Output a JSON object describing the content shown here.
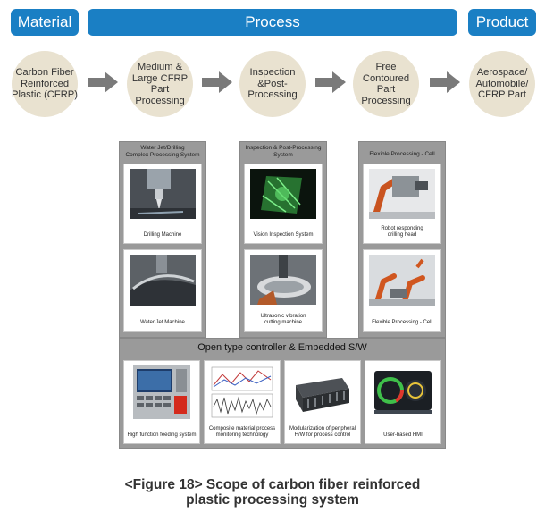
{
  "headers": {
    "material": "Material",
    "process": "Process",
    "product": "Product"
  },
  "flow": [
    "Carbon Fiber\nReinforced\nPlastic (CFRP)",
    "Medium &\nLarge CFRP\nPart\nProcessing",
    "Inspection\n&Post-\nProcessing",
    "Free\nContoured\nPart\nProcessing",
    "Aerospace/\nAutomobile/\nCFRP Part"
  ],
  "panels": [
    {
      "title": "Water Jet/Drilling\nComplex Processing System",
      "items": [
        "Drilling Machine",
        "Water Jet Machine"
      ]
    },
    {
      "title": "Inspection & Post-Processing\nSystem",
      "items": [
        "Vision Inspection System",
        "Ultrasonic vibration\ncutting machine"
      ]
    },
    {
      "title": "Flexible Processing - Cell",
      "items": [
        "Robot responding\ndrilling head",
        "Flexible Processing - Cell"
      ]
    }
  ],
  "controller": {
    "title": "Open type controller & Embedded S/W",
    "items": [
      "High function feeding system",
      "Composite material process\nmonitoring technology",
      "Modularization of peripheral\nH/W for process control",
      "User-based HMI"
    ]
  },
  "caption": "<Figure 18> Scope of carbon fiber reinforced\nplastic processing system",
  "colors": {
    "header_blue": "#1a7fc4",
    "circle_beige": "#e9e2d0",
    "arrow_gray": "#7a7a7a",
    "panel_gray": "#9a9a9a"
  }
}
